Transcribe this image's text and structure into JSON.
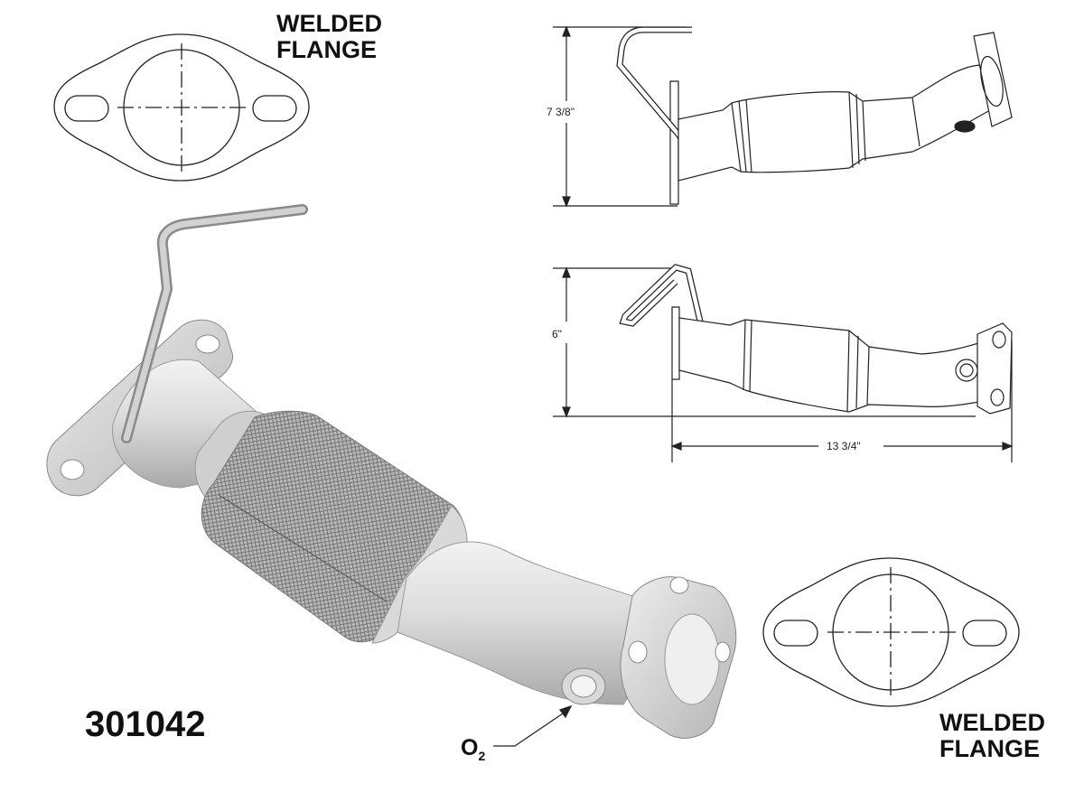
{
  "part_number": "301042",
  "flange_labels": {
    "top": {
      "line1": "WELDED",
      "line2": "FLANGE"
    },
    "bottom": {
      "line1": "WELDED",
      "line2": "FLANGE"
    }
  },
  "dimensions": {
    "top_view_height": "7 3/8\"",
    "side_view_height": "6\"",
    "overall_length": "13 3/4\""
  },
  "callouts": {
    "o2_sensor": {
      "main": "O",
      "subscript": "2"
    }
  },
  "colors": {
    "line": "#222222",
    "pipe_metal": "#d6d6d6",
    "pipe_shadow": "#9a9a9a",
    "mesh": "#8e8e8e"
  }
}
